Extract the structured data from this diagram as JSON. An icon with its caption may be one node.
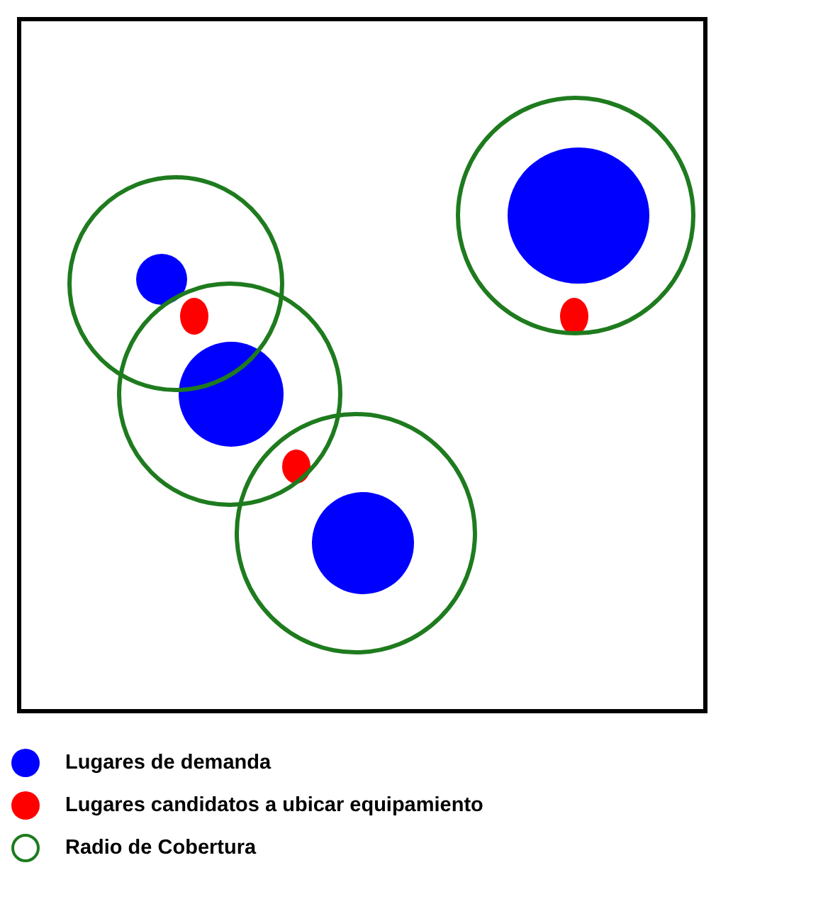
{
  "diagram": {
    "legend": [
      {
        "text": "Lugares de demanda",
        "color": "#0000ff"
      },
      {
        "text": "Lugares candidatos a ubicar equipamiento",
        "color": "#ff0000"
      },
      {
        "text": "Radio de Cobertura"
      }
    ]
  }
}
